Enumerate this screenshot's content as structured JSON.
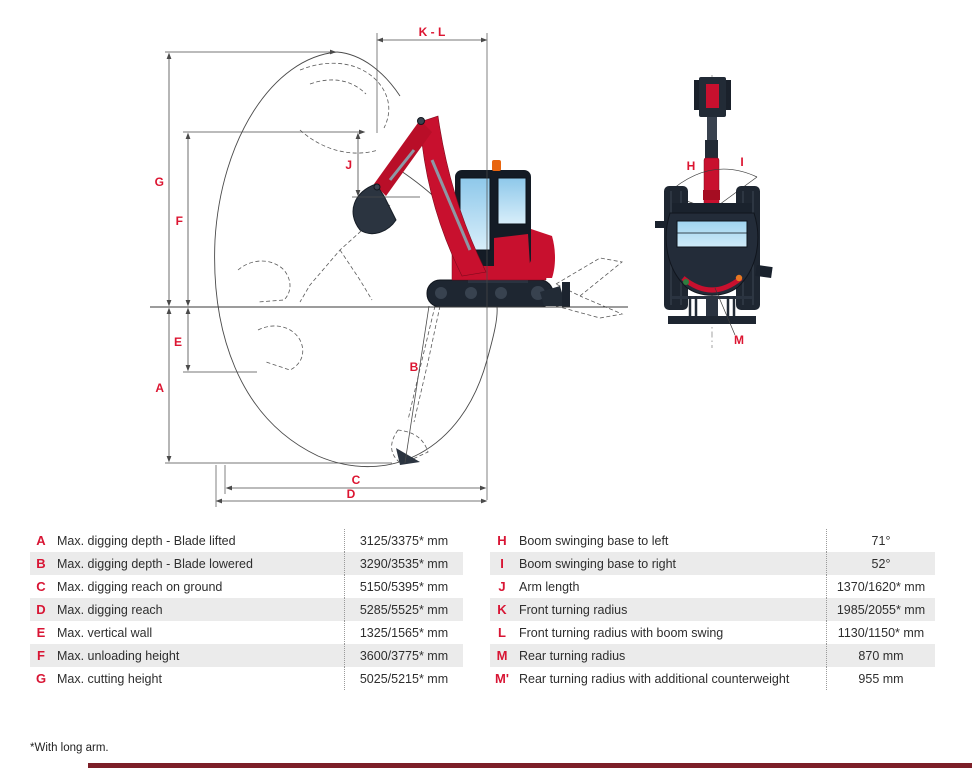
{
  "diagram": {
    "side_view": {
      "labels": {
        "kl": "K - L",
        "g": "G",
        "f": "F",
        "j": "J",
        "e": "E",
        "a": "A",
        "b": "B",
        "c": "C",
        "d": "D"
      }
    },
    "top_view": {
      "labels": {
        "h": "H",
        "i": "I",
        "m": "M"
      }
    }
  },
  "tables": {
    "left": {
      "rows": [
        {
          "letter": "A",
          "label": "Max. digging depth - Blade lifted",
          "value": "3125/3375* mm"
        },
        {
          "letter": "B",
          "label": "Max. digging depth - Blade lowered",
          "value": "3290/3535* mm"
        },
        {
          "letter": "C",
          "label": "Max. digging reach on ground",
          "value": "5150/5395* mm"
        },
        {
          "letter": "D",
          "label": "Max. digging reach",
          "value": "5285/5525* mm"
        },
        {
          "letter": "E",
          "label": "Max. vertical wall",
          "value": "1325/1565* mm"
        },
        {
          "letter": "F",
          "label": "Max. unloading height",
          "value": "3600/3775* mm"
        },
        {
          "letter": "G",
          "label": "Max. cutting height",
          "value": "5025/5215* mm"
        }
      ]
    },
    "right": {
      "rows": [
        {
          "letter": "H",
          "label": "Boom swinging base to left",
          "value": "71°"
        },
        {
          "letter": "I",
          "label": "Boom swinging base to right",
          "value": "52°"
        },
        {
          "letter": "J",
          "label": "Arm length",
          "value": "1370/1620* mm"
        },
        {
          "letter": "K",
          "label": "Front turning radius",
          "value": "1985/2055* mm"
        },
        {
          "letter": "L",
          "label": "Front turning radius with boom swing",
          "value": "1130/1150* mm"
        },
        {
          "letter": "M",
          "label": "Rear turning radius",
          "value": "870 mm"
        },
        {
          "letter": "M'",
          "label": "Rear turning radius with additional counterweight",
          "value": "955 mm"
        }
      ]
    }
  },
  "footnote": "*With long arm.",
  "colors": {
    "accent_red": "#dc1531",
    "machine_red": "#c8102e",
    "machine_dark": "#1e2631",
    "window_blue": "#a8d8f0",
    "row_alt": "#ebebeb",
    "footer_bar": "#7c1f28"
  }
}
